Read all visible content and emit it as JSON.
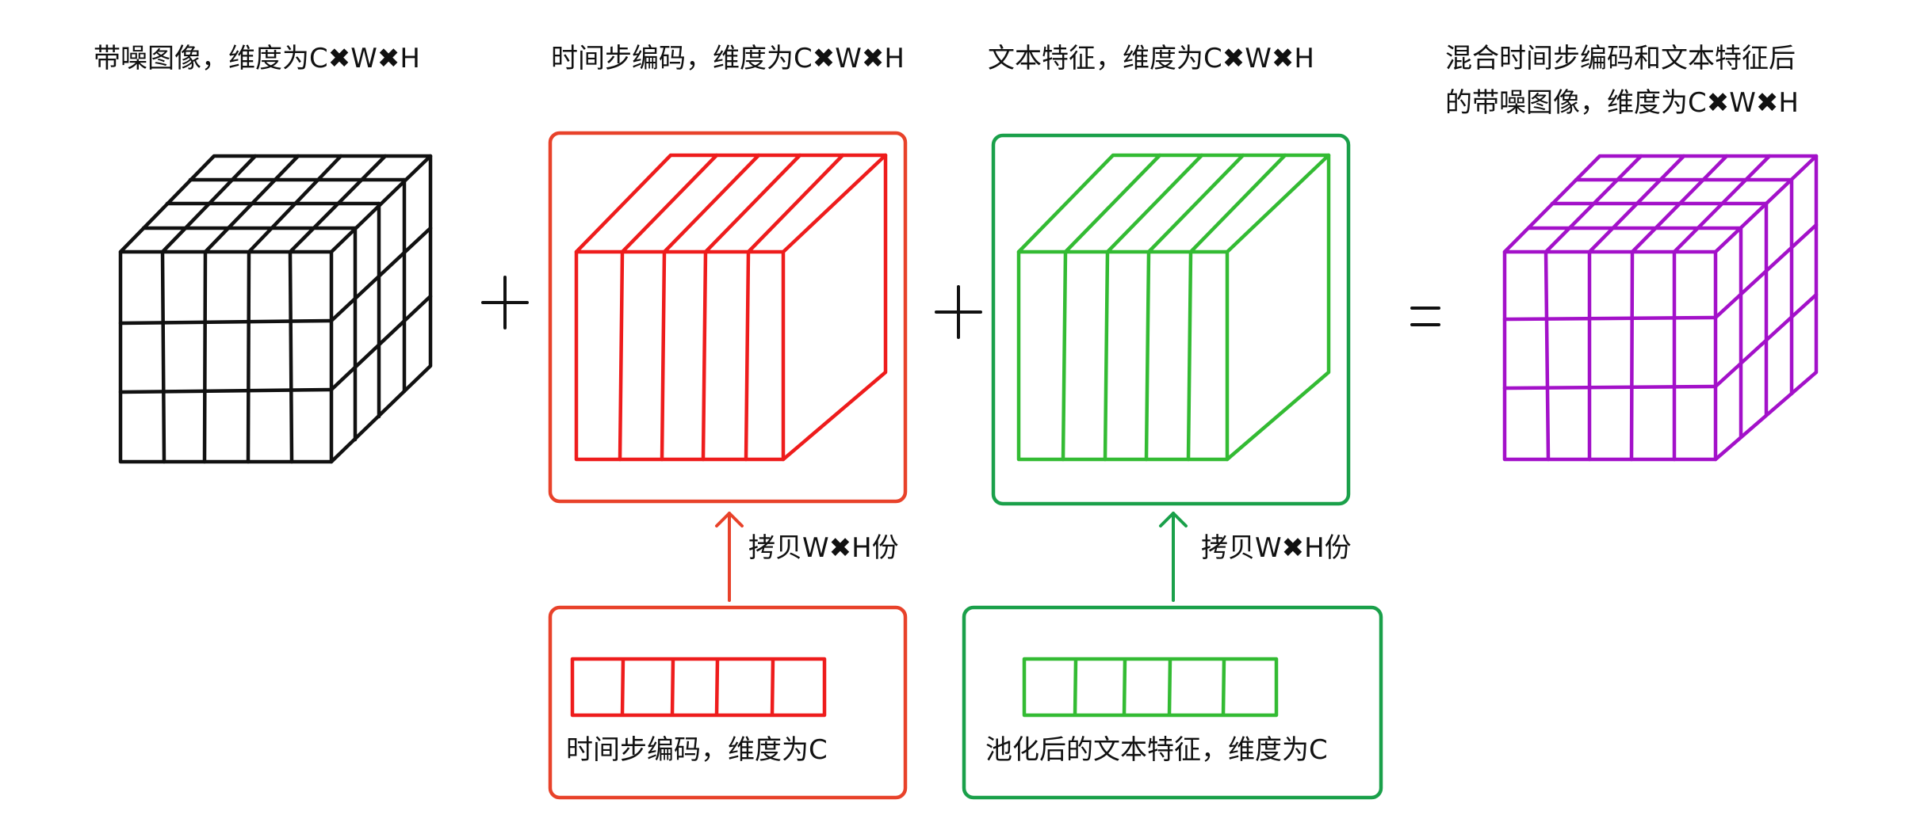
{
  "labels": {
    "noisy_image": "带噪图像，维度为C✖W✖H",
    "timestep_encoding": "时间步编码，维度为C✖W✖H",
    "text_feature": "文本特征，维度为C✖W✖H",
    "result_line1": "混合时间步编码和文本特征后",
    "result_line2": "的带噪图像，维度为C✖W✖H",
    "copy_left": "拷贝W✖H份",
    "copy_right": "拷贝W✖H份",
    "timestep_vector": "时间步编码，维度为C",
    "pooled_text_vector": "池化后的文本特征，维度为C"
  },
  "operators": {
    "plus1": "+",
    "plus2": "+",
    "equals": "="
  },
  "colors": {
    "noisy_cube": "#111111",
    "timestep": "#ee1c1c",
    "timestep_box": "#e8422a",
    "text": "#33bb33",
    "text_box": "#1aa04a",
    "result": "#a311c9"
  }
}
